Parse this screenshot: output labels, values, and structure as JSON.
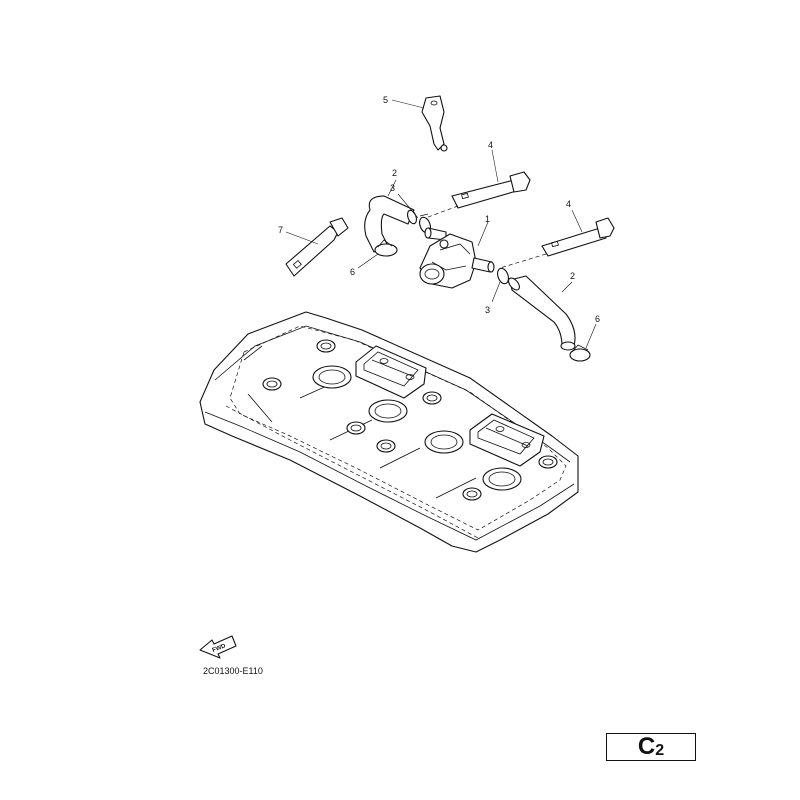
{
  "callouts": {
    "c1": "1",
    "c2a": "2",
    "c2b": "2",
    "c3a": "3",
    "c3b": "3",
    "c4a": "4",
    "c4b": "4",
    "c5": "5",
    "c6a": "6",
    "c6b": "6",
    "c7": "7"
  },
  "fwd_label": "FWD",
  "diagram_code": "2C01300-E110",
  "page_label": {
    "letter": "C",
    "number": "2"
  }
}
